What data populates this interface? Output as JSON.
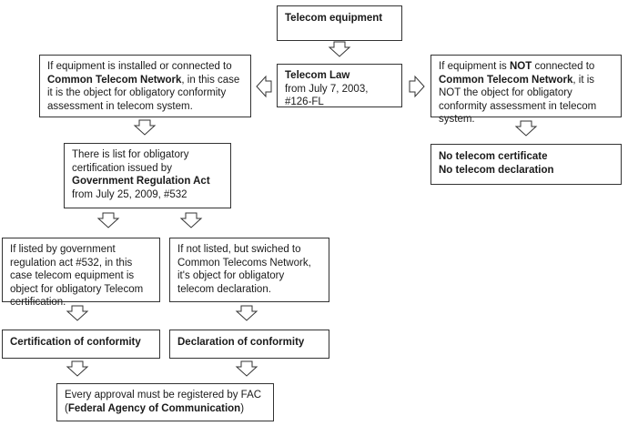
{
  "nodes": {
    "equipment": {
      "text": "Telecom equipment"
    },
    "law": {
      "title": "Telecom Law",
      "subtitle": "from July 7, 2003, #126-FL"
    },
    "connected": {
      "part1": "If equipment is installed or connected to ",
      "bold1": "Common Telecom Network",
      "part2": ", in this case it is the object for obligatory conformity assessment in telecom system."
    },
    "not_connected": {
      "part1": "If equipment is ",
      "bold1": "NOT",
      "part2": " connected to ",
      "bold2": "Common Telecom Network",
      "part3": ", it is NOT the object for obligatory conformity assessment in telecom system."
    },
    "no_certificate": {
      "line1": "No telecom certificate",
      "line2": "No telecom declaration"
    },
    "regulation_list": {
      "part1": "There is list for obligatory certification issued by ",
      "bold1": "Government Regulation Act",
      "part2": " from July 25, 2009, #532"
    },
    "listed": {
      "text": "If listed by government regulation act #532, in this case telecom equipment is object for obligatory Telecom certification."
    },
    "not_listed": {
      "text": "If not listed, but swiched to Common Telecoms Network, it's object for obligatory telecom declaration."
    },
    "certification": {
      "text": "Certification of conformity"
    },
    "declaration": {
      "text": "Declaration of conformity"
    },
    "registration": {
      "line1": "Every approval must be registered by FAC",
      "open_paren": "(",
      "bold1": "Federal Agency of Communication",
      "close_paren": ")"
    }
  },
  "arrows": [
    {
      "from": "equipment",
      "to": "law",
      "direction": "down"
    },
    {
      "from": "law",
      "to": "connected",
      "direction": "left"
    },
    {
      "from": "law",
      "to": "not_connected",
      "direction": "right"
    },
    {
      "from": "connected",
      "to": "regulation_list",
      "direction": "down"
    },
    {
      "from": "not_connected",
      "to": "no_certificate",
      "direction": "down"
    },
    {
      "from": "regulation_list",
      "to": "listed",
      "direction": "down"
    },
    {
      "from": "regulation_list",
      "to": "not_listed",
      "direction": "down"
    },
    {
      "from": "listed",
      "to": "certification",
      "direction": "down"
    },
    {
      "from": "not_listed",
      "to": "declaration",
      "direction": "down"
    },
    {
      "from": "certification",
      "to": "registration",
      "direction": "down"
    },
    {
      "from": "declaration",
      "to": "registration",
      "direction": "down"
    }
  ],
  "colors": {
    "border": "#333333",
    "text": "#1a1a1a",
    "background": "#ffffff"
  }
}
